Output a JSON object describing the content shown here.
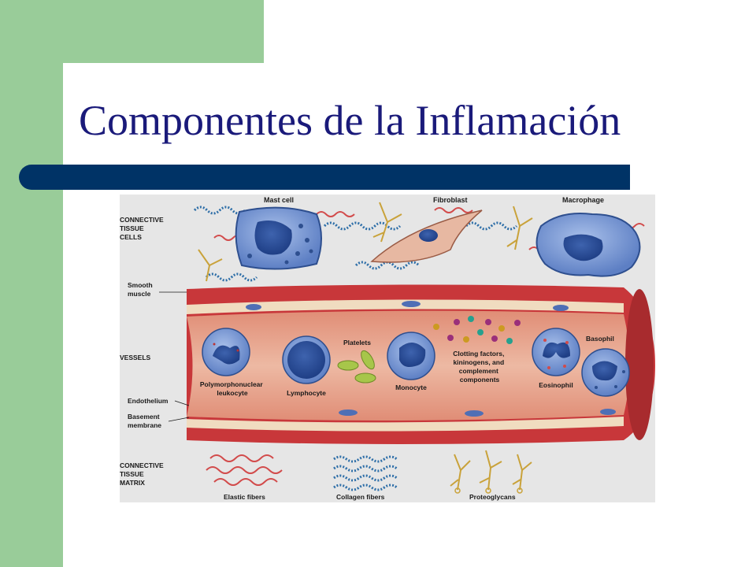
{
  "slide": {
    "title": "Componentes de la Inflamación"
  },
  "figure": {
    "section_labels": {
      "connective_tissue_cells": [
        "CONNECTIVE",
        "TISSUE",
        "CELLS"
      ],
      "smooth_muscle": [
        "Smooth",
        "muscle"
      ],
      "vessels": "VESSELS",
      "endothelium": "Endothelium",
      "basement_membrane": [
        "Basement",
        "membrane"
      ],
      "connective_tissue_matrix": [
        "CONNECTIVE",
        "TISSUE",
        "MATRIX"
      ]
    },
    "tissue_cells": {
      "mast_cell": "Mast cell",
      "fibroblast": "Fibroblast",
      "macrophage": "Macrophage"
    },
    "vessel_cells": {
      "pmn": [
        "Polymorphonuclear",
        "leukocyte"
      ],
      "lymphocyte": "Lymphocyte",
      "platelets": "Platelets",
      "monocyte": "Monocyte",
      "plasma_factors": [
        "Clotting factors,",
        "kininogens, and",
        "complement",
        "components"
      ],
      "eosinophil": "Eosinophil",
      "basophil": "Basophil"
    },
    "matrix": {
      "elastic_fibers": "Elastic fibers",
      "collagen_fibers": "Collagen fibers",
      "proteoglycans": "Proteoglycans"
    }
  },
  "colors": {
    "title_text": "#1a1a7a",
    "title_bar": "#003366",
    "green_accent": "#99cc99",
    "figure_bg": "#e6e6e6",
    "vessel_wall": "#c8373a",
    "vessel_lumen": "#e7a08a",
    "cell_blue": "#6f8fcf",
    "elastic_fiber": "#d24b4b",
    "collagen_fiber": "#2f6fa8",
    "proteoglycan": "#c9a23a"
  }
}
